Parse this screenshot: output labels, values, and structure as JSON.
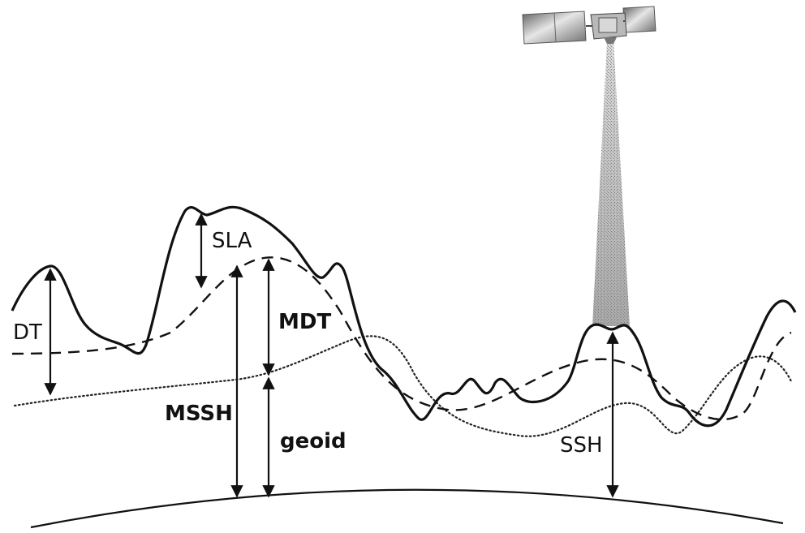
{
  "labels": {
    "dt": "DT",
    "sla": "SLA",
    "mdt": "MDT",
    "mssh": "MSSH",
    "geoid": "geoid",
    "ssh": "SSH"
  },
  "colors": {
    "line": "#111111",
    "beam_top": "#dcdcdc",
    "beam_bottom": "#a9a9a9",
    "satellite_panel": "#8a8a8a"
  },
  "icons": {
    "satellite": "satellite-icon",
    "radar_beam": "radar-beam-icon"
  },
  "curves": {
    "ssh_instantaneous": "solid",
    "mean_sea_surface": "dashed",
    "geoid": "dotted",
    "ellipsoid": "solid-thin"
  }
}
